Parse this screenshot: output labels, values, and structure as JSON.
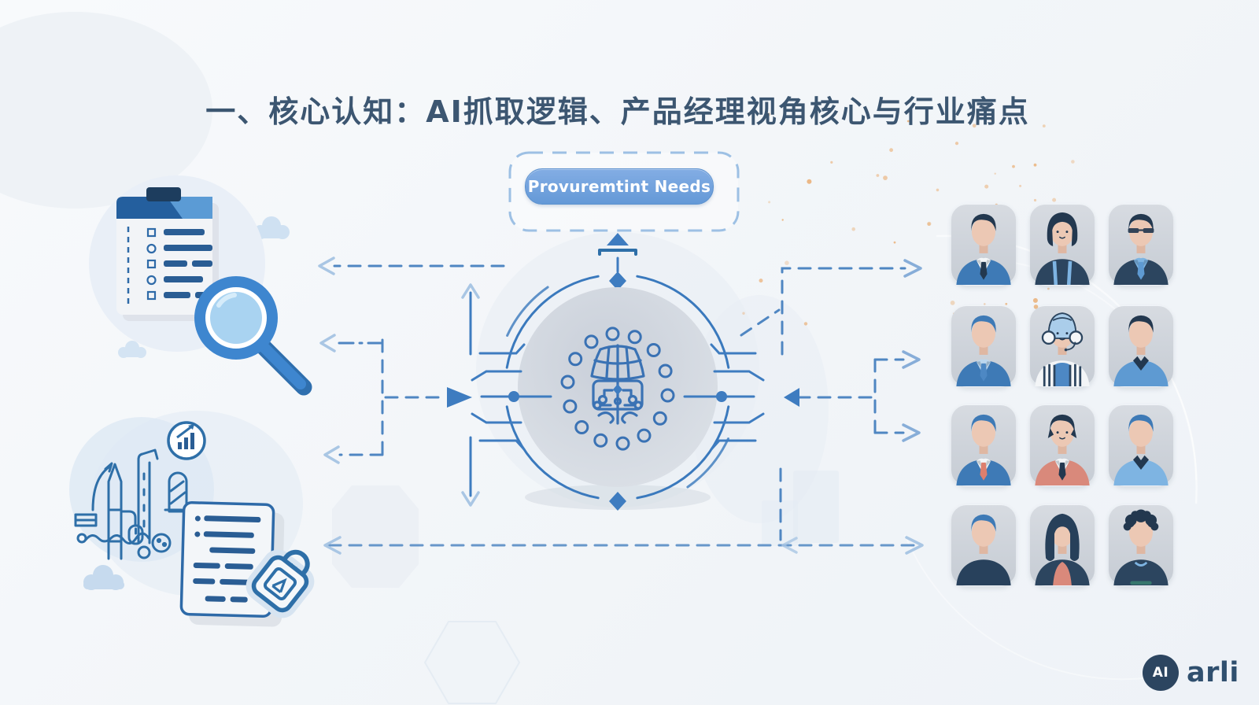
{
  "title": "一、核心认知：AI抓取逻辑、产品经理视角核心与行业痛点",
  "center": {
    "needs_label": "Provuremtint Needs",
    "emblem_icon": "ai-brain-icon"
  },
  "brand": {
    "badge": "AI",
    "name": "arli"
  },
  "colors": {
    "accent_blue": "#3e7cc0",
    "line_blue": "#4f86c2",
    "light_arrow_blue": "#a9c6e4",
    "pill_fill": "#74a6e0",
    "navy": "#23384f",
    "title_text": "#3c5671",
    "circle_fill": "#d3d8e0",
    "orange_speckle": "#e9a96a",
    "salmon": "#d9897b",
    "background": "#f3f6f9"
  },
  "illustrations": [
    "clipboard-checklist-icon",
    "magnifying-glass-icon",
    "bar-chart-badge-icon",
    "industrial-sketch-icon",
    "document-icon",
    "padlock-icon",
    "cloud-icon",
    "ai-brain-icon",
    "circuit-ring-icon"
  ],
  "avatars": [
    {
      "hair": "short",
      "hair_color": "#23384f",
      "top": "suit",
      "top_color": "#3e7ab6",
      "shirt": "#f4f6f8",
      "tie": "#23384f"
    },
    {
      "hair": "bob",
      "hair_color": "#23384f",
      "top": "plain",
      "top_color": "#2c455f",
      "straps": "#7eb4e2",
      "face": true
    },
    {
      "hair": "short",
      "hair_color": "#23384f",
      "top": "suit",
      "top_color": "#2c455f",
      "shirt": "#7eb4e2",
      "tie": "#5e9ad2",
      "glasses": true
    },
    {
      "hair": "short",
      "hair_color": "#3e7ab6",
      "top": "suit",
      "top_color": "#3e7ab6",
      "shirt": "#bcd7ee",
      "tie": "#4d88c4"
    },
    {
      "hair": "wrap",
      "hair_color": "#aacdea",
      "top": "striped",
      "top_color": "#f3f5f7",
      "shirt": "#4d88c4",
      "stripe": "#2c455f",
      "face": true
    },
    {
      "hair": "short",
      "hair_color": "#23384f",
      "top": "collarshirt",
      "top_color": "#5e9ad2",
      "collar": "#23384f"
    },
    {
      "hair": "short",
      "hair_color": "#3e7ab6",
      "top": "suit",
      "top_color": "#3e7ab6",
      "shirt": "#f4f6f8",
      "tie": "#dd7f6e"
    },
    {
      "hair": "shag",
      "hair_color": "#23384f",
      "top": "suit",
      "top_color": "#d9897b",
      "shirt": "#f4f6f8",
      "tie": "#23384f",
      "face": true
    },
    {
      "hair": "short",
      "hair_color": "#3e7ab6",
      "top": "collarshirt",
      "top_color": "#7eb4e2",
      "collar": "#23384f"
    },
    {
      "hair": "short",
      "hair_color": "#3e7ab6",
      "top": "plain",
      "top_color": "#28415c"
    },
    {
      "hair": "long",
      "hair_color": "#27405a",
      "top": "vneck",
      "top_color": "#2c455f",
      "inner": "#d9897b"
    },
    {
      "hair": "curly",
      "hair_color": "#23384f",
      "top": "plain",
      "top_color": "#2c455f",
      "collar": "#7eb4e2",
      "hem": "#37776d"
    }
  ]
}
